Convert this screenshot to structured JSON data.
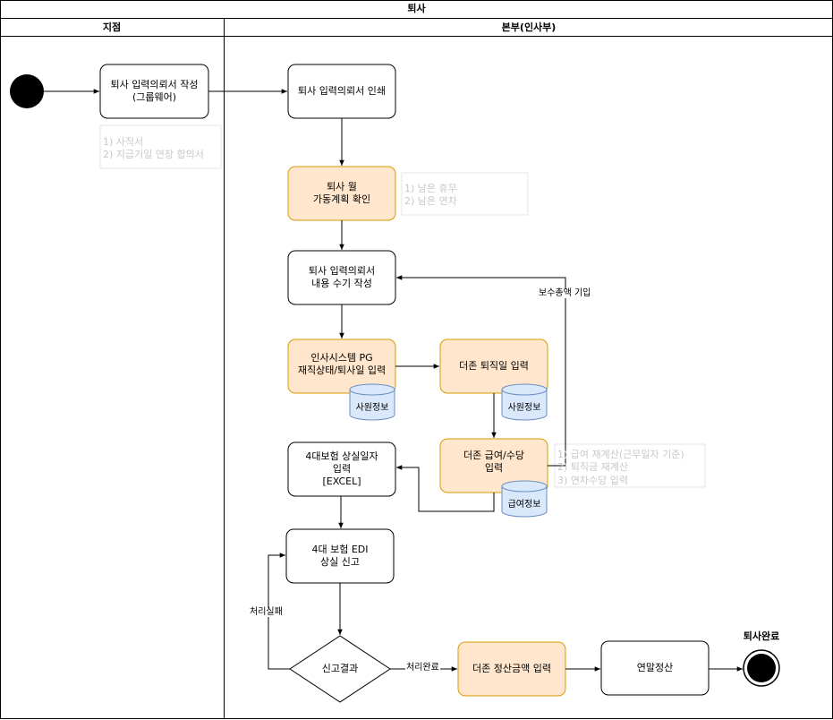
{
  "pool_title": "퇴사",
  "lanes": {
    "branch": "지점",
    "hq": "본부(인사부)"
  },
  "nodes": {
    "draft": "퇴사 입력의뢰서 작성\n(그룹웨어)",
    "print": "퇴사 입력의뢰서 인쇄",
    "check_plan": "퇴사 월\n가동계획 확인",
    "manual": "퇴사 입력의뢰서\n내용 수기 작성",
    "hr_pg": "인사시스템 PG\n재직상태/퇴사일 입력",
    "douzone_retire": "더존 퇴직일 입력",
    "douzone_salary": "더존 급여/수당\n입력",
    "insurance_excel": "4대보험 상실일자\n입력\n[EXCEL]",
    "edi": "4대 보험 EDI\n상실 신고",
    "result": "신고결과",
    "settle_input": "더존 정산금액 입력",
    "annual": "연말정산",
    "end_label": "퇴사완료"
  },
  "databases": {
    "db1": "사원정보",
    "db2": "사원정보",
    "db3": "급여정보"
  },
  "notes": {
    "docs": "1) 사직서\n2) 지급기일 연장 합의서",
    "leave": "1) 남은 휴무\n2) 남은 연차",
    "recalc": "1) 급여 재계산(근무일자 기준)\n2) 퇴직금 재계산\n3) 연차수당 입력"
  },
  "edge_labels": {
    "pay_amount": "보수총액 기입",
    "fail": "처리실패",
    "done": "처리완료"
  },
  "colors": {
    "highlight_fill": "#ffe6cc",
    "highlight_stroke": "#d79b00",
    "db_fill": "#dae8fc",
    "db_stroke": "#6c8ebf"
  }
}
